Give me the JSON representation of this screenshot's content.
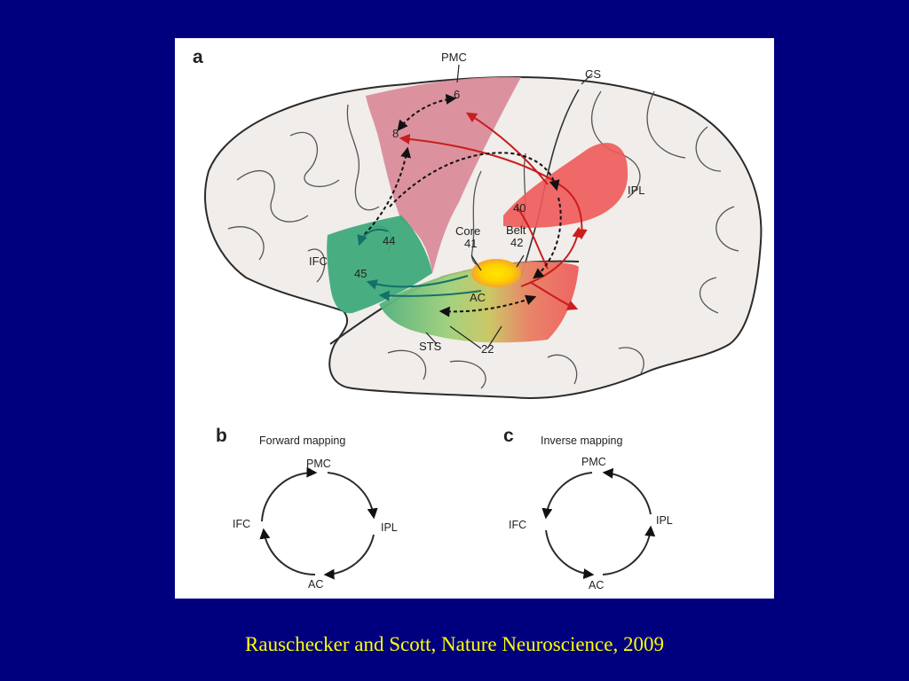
{
  "figure": {
    "panel_a": {
      "letter": "a",
      "labels": {
        "pmc": "PMC",
        "cs": "CS",
        "area6": "6",
        "area8": "8",
        "area40": "40",
        "ipl": "IPL",
        "area44": "44",
        "area45": "45",
        "ifc": "IFC",
        "core": "Core",
        "area41": "41",
        "belt": "Belt",
        "area42": "42",
        "ac": "AC",
        "sts": "STS",
        "area22": "22"
      }
    },
    "panel_b": {
      "letter": "b",
      "title": "Forward mapping",
      "nodes": {
        "top": "PMC",
        "right": "IPL",
        "bottom": "AC",
        "left": "IFC"
      }
    },
    "panel_c": {
      "letter": "c",
      "title": "Inverse mapping",
      "nodes": {
        "top": "PMC",
        "right": "IPL",
        "bottom": "AC",
        "left": "IFC"
      }
    }
  },
  "citation": "Rauschecker and Scott, Nature Neuroscience, 2009",
  "colors": {
    "background": "#00007f",
    "citation_text": "#ffff00",
    "pmc_region": "#d98a97",
    "ipl_region": "#ee5a5a",
    "ifc_region": "#3aa878",
    "brain_fill": "#f1edea"
  }
}
